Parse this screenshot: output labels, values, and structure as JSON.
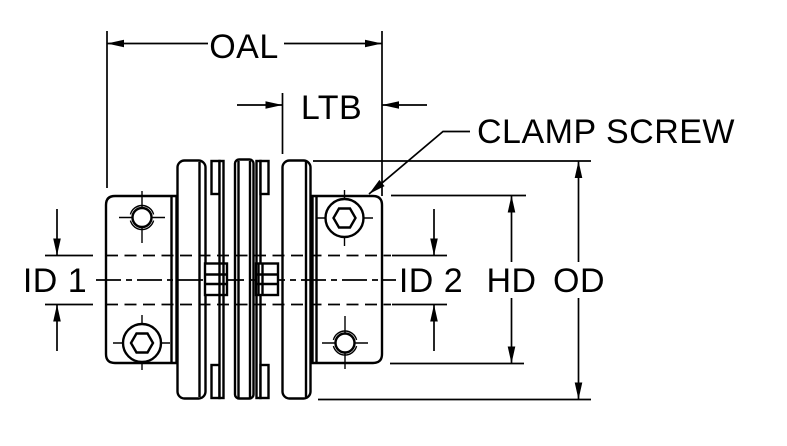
{
  "drawing": {
    "type": "engineering-dimension-diagram",
    "subject": "disc coupling side view with clamp hubs",
    "colors": {
      "background": "#ffffff",
      "line": "#000000",
      "text": "#000000"
    },
    "labels": {
      "oal": "OAL",
      "ltb": "LTB",
      "clamp_screw": "CLAMP SCREW",
      "id1": "ID 1",
      "id2": "ID 2",
      "hd": "HD",
      "od": "OD"
    }
  }
}
